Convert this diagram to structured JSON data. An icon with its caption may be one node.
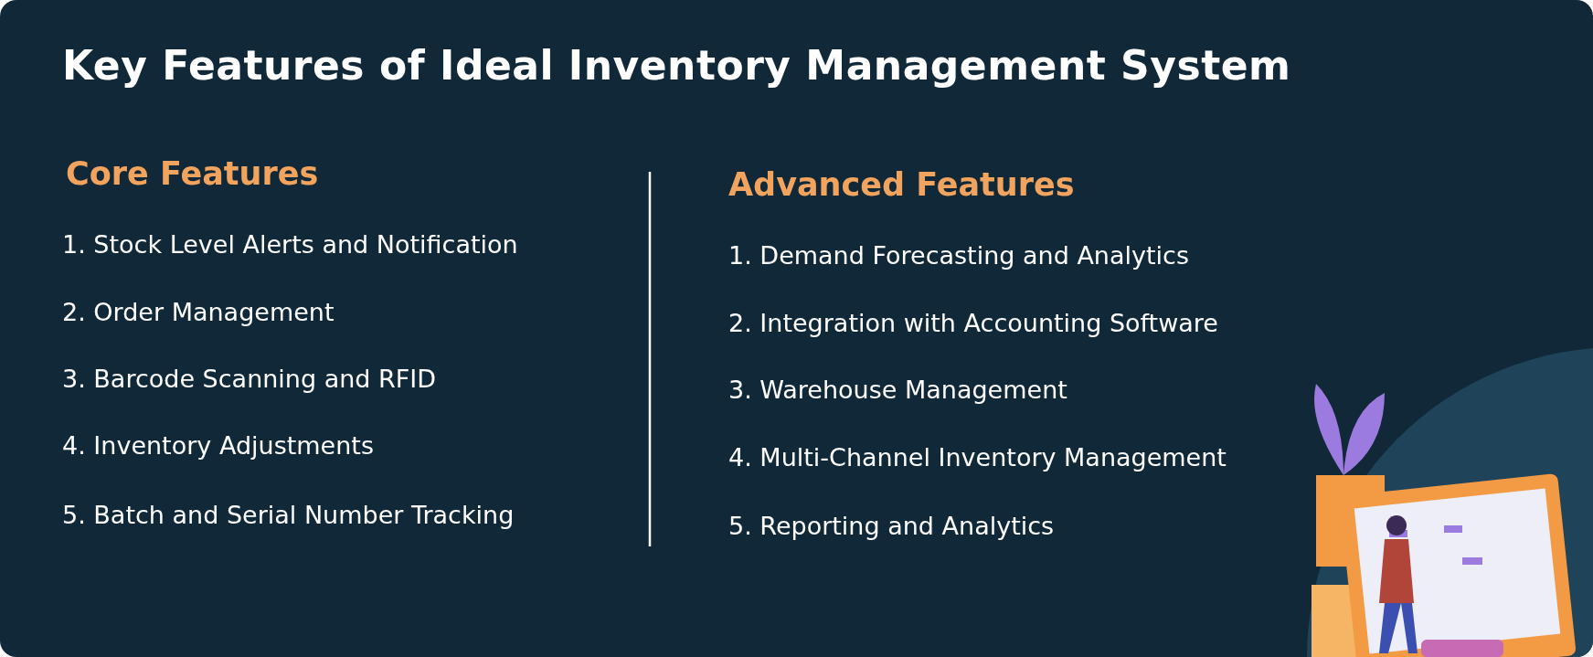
{
  "diagram": {
    "title": "Key Features of Ideal Inventory Management System",
    "labels": [
      "Core Features",
      "1. Stock Level Alerts and Notification",
      "2. Order Management",
      "3. Barcode Scanning and RFID",
      "4. Inventory Adjustments",
      "5. Batch and Serial Number Tracking",
      "Advanced Features",
      "1. Demand Forecasting and Analytics",
      "2. Integration with Accounting Software",
      "3. Warehouse Management",
      "4. Multi-Channel Inventory Management",
      "5. Reporting and Analytics"
    ]
  }
}
